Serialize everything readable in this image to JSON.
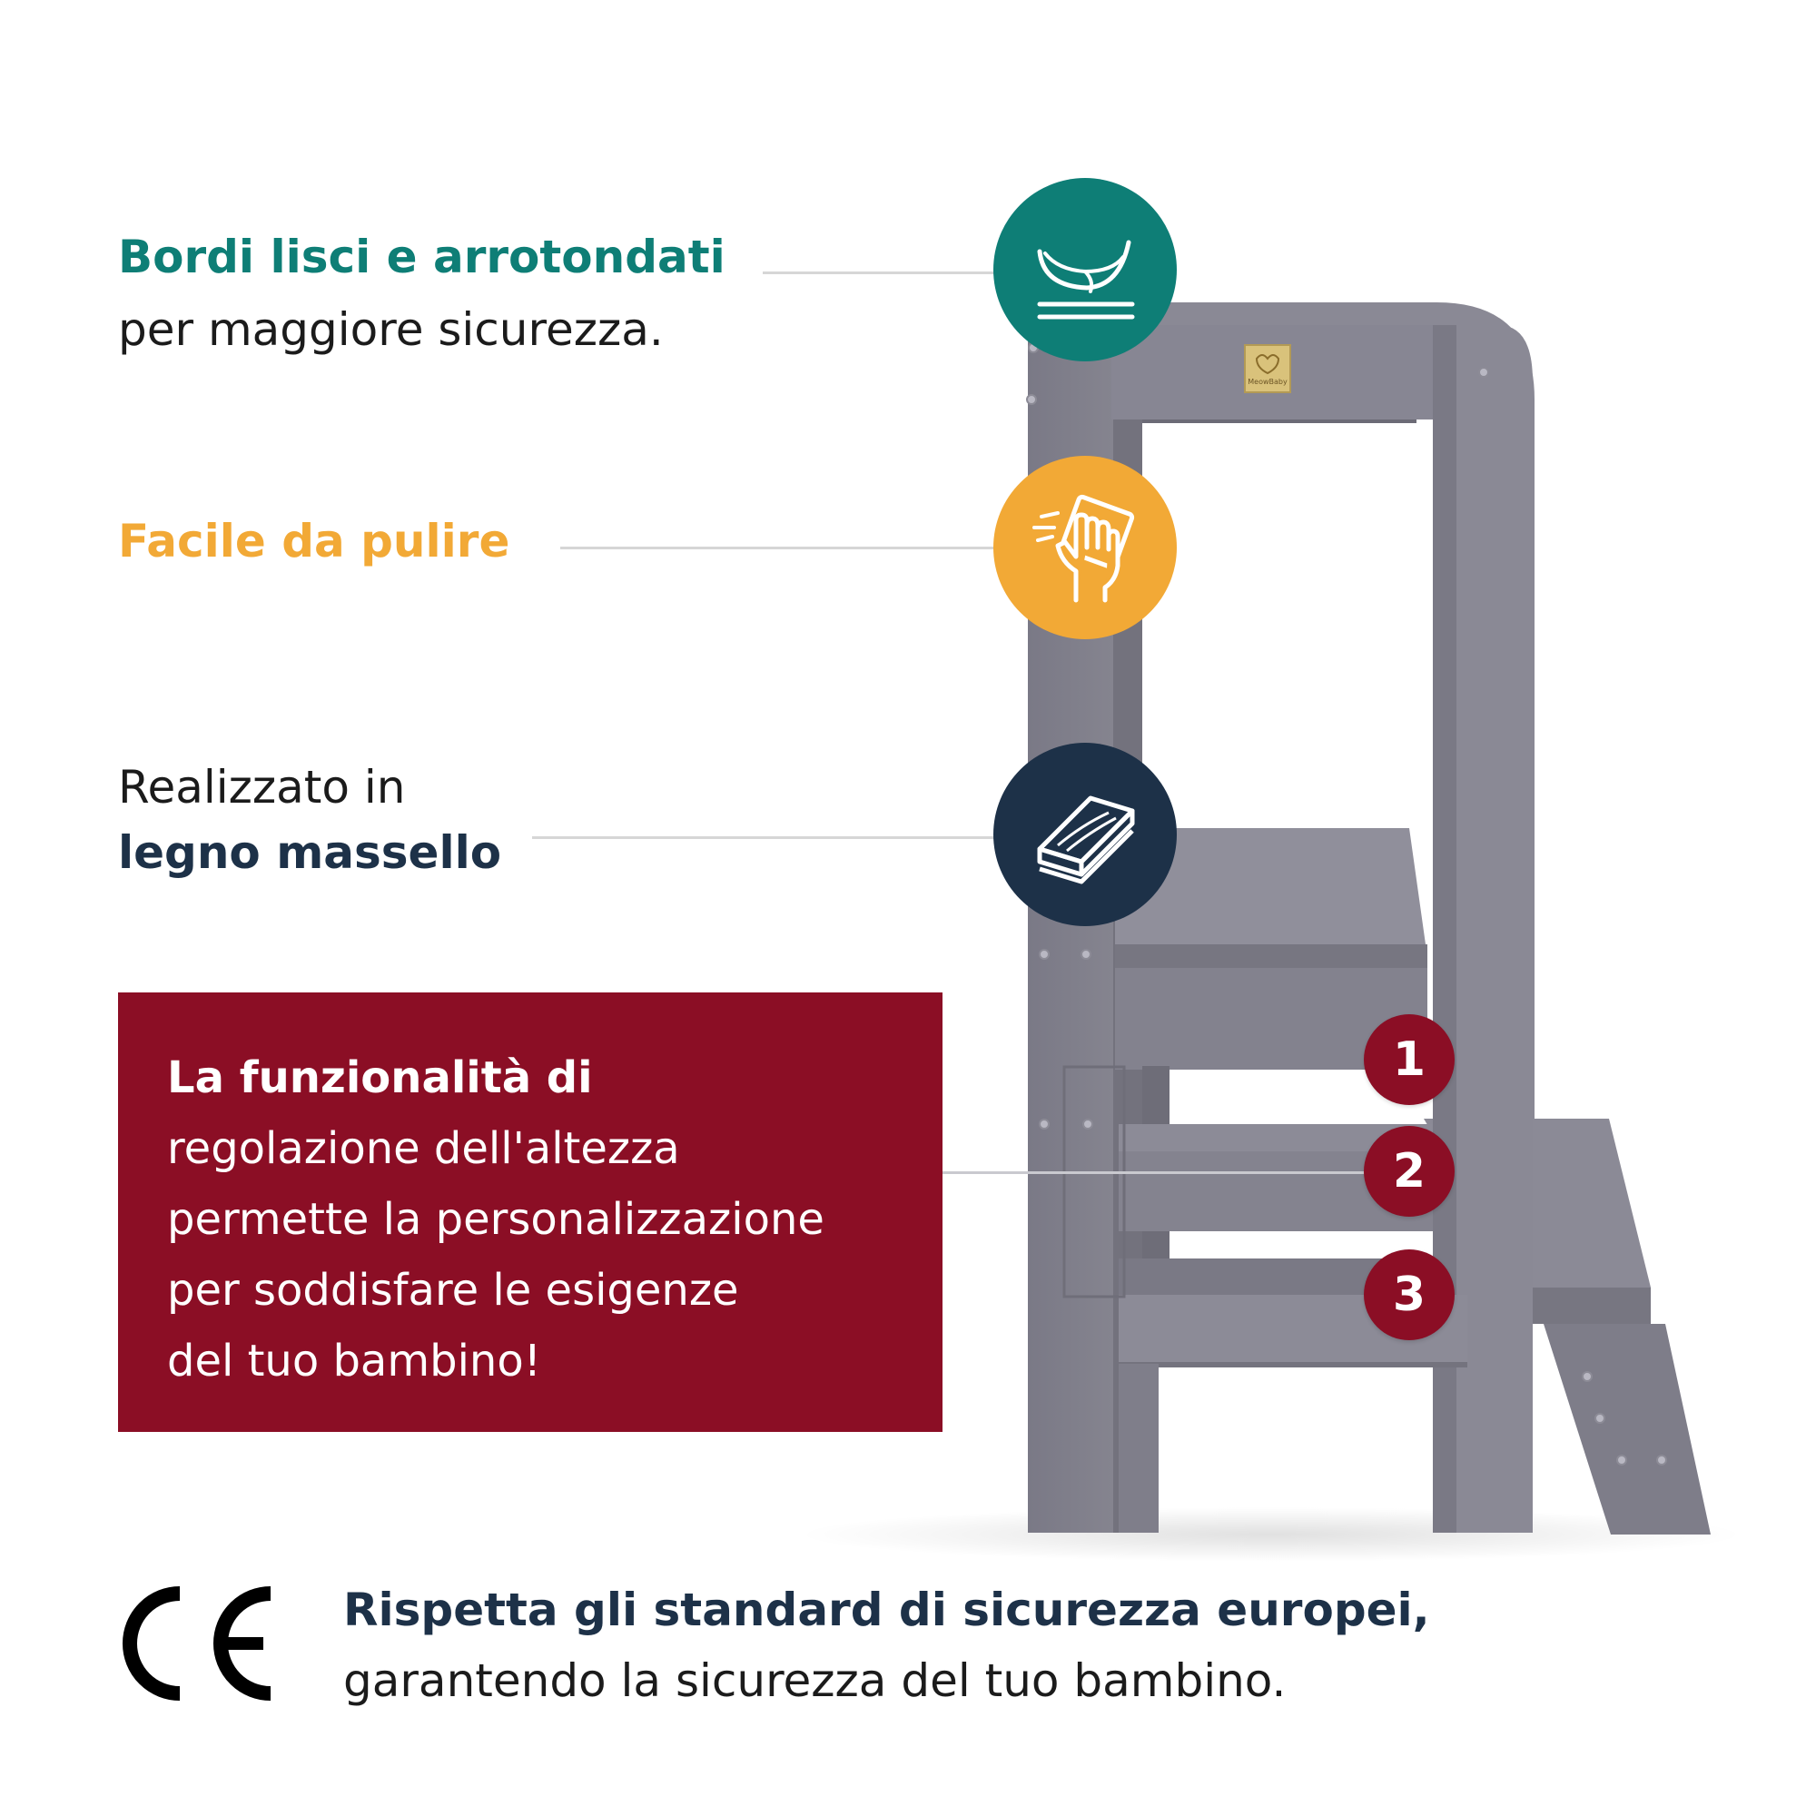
{
  "colors": {
    "teal": "#0e7e76",
    "orange": "#f2a936",
    "navy": "#1d3148",
    "burgundy": "#8b0e25",
    "tower_gray": "#7d7c88",
    "text_dark": "#1b1b1b"
  },
  "features": [
    {
      "title": "Bordi lisci e arrotondati",
      "text": "per maggiore sicurezza.",
      "icon": "smooth-edge-icon"
    },
    {
      "title": "Facile da pulire",
      "icon": "hand-wipe-icon"
    },
    {
      "text": "Realizzato in",
      "title": "legno massello",
      "icon": "wood-planks-icon"
    }
  ],
  "adjustment": {
    "lines": [
      "La funzionalità di",
      "regolazione dell'altezza",
      "permette la personalizzazione",
      "per soddisfare le esigenze",
      "del tuo bambino!"
    ],
    "levels": [
      "1",
      "2",
      "3"
    ]
  },
  "product": {
    "brand_badge": "MeowBaby"
  },
  "certification": {
    "mark": "CE",
    "title": "Rispetta gli standard di sicurezza europei,",
    "text": "garantendo la sicurezza del tuo bambino."
  }
}
